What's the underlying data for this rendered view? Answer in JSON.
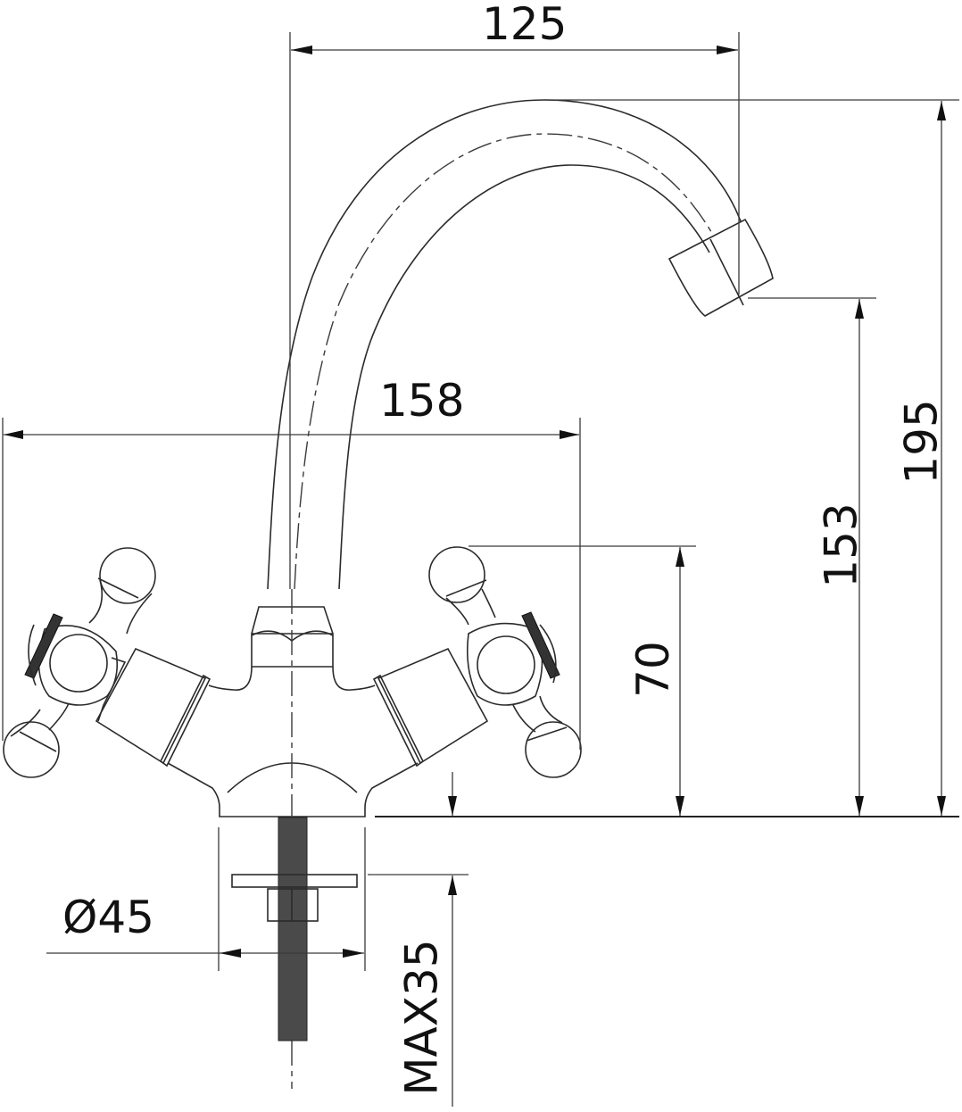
{
  "drawing": {
    "subject": "Two-handle basin mixer tap with swivel spout",
    "line_color": "#2b2b2b",
    "background": "#ffffff"
  },
  "dimensions": {
    "spout_reach": {
      "label": "125",
      "value": 125,
      "orientation": "horizontal"
    },
    "overall_width": {
      "label": "158",
      "value": 158,
      "orientation": "horizontal"
    },
    "overall_height": {
      "label": "195",
      "value": 195,
      "orientation": "vertical"
    },
    "spout_outlet_height": {
      "label": "153",
      "value": 153,
      "orientation": "vertical"
    },
    "handle_height": {
      "label": "70",
      "value": 70,
      "orientation": "vertical"
    },
    "base_diameter": {
      "label": "Ø45",
      "value": 45,
      "orientation": "horizontal"
    },
    "max_counter_thickness": {
      "label": "MAX35",
      "value": 35,
      "orientation": "vertical"
    }
  }
}
